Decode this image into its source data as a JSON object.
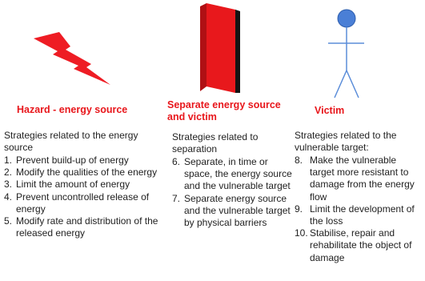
{
  "colors": {
    "title_red": "#e8161b",
    "lightning_fill": "#ee1c24",
    "barrier_front": "#e8181c",
    "barrier_side": "#141414",
    "victim_head": "#4a7fd6",
    "victim_body": "#5b8dd9"
  },
  "columns": [
    {
      "icon": "lightning-bolt-icon",
      "title": "Hazard - energy source",
      "intro": "Strategies related to the energy source",
      "items": [
        {
          "num": "1.",
          "text": "Prevent build-up of energy"
        },
        {
          "num": "2.",
          "text": "Modify the qualities of the energy"
        },
        {
          "num": "3.",
          "text": "Limit the amount of energy"
        },
        {
          "num": "4.",
          "text": "Prevent uncontrolled release of energy"
        },
        {
          "num": "5.",
          "text": "Modify rate and distribution of the released energy"
        }
      ]
    },
    {
      "icon": "barrier-wall-icon",
      "title": "Separate energy source and victim",
      "intro": "Strategies related to separation",
      "items": [
        {
          "num": "6.",
          "text": "Separate, in time or space, the energy source and the vulnerable target"
        },
        {
          "num": "7.",
          "text": "Separate energy source and the vulnerable target by physical barriers"
        }
      ]
    },
    {
      "icon": "stick-figure-icon",
      "title": "Victim",
      "intro": "Strategies related to the vulnerable target:",
      "items": [
        {
          "num": "8.",
          "text": "Make the vulnerable target more resistant to damage from the energy flow"
        },
        {
          "num": "9.",
          "text": "Limit the development of the loss"
        },
        {
          "num": "10.",
          "text": "Stabilise, repair and rehabilitate the object of damage"
        }
      ]
    }
  ]
}
